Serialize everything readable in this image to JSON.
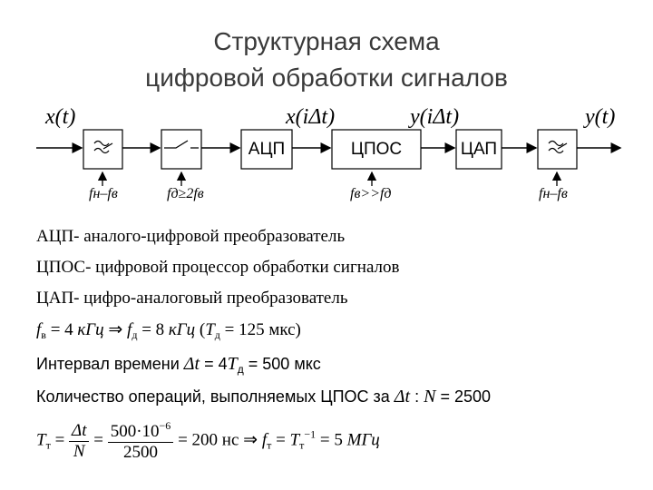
{
  "title": {
    "line1": "Структурная схема",
    "line2": "цифровой обработки сигналов"
  },
  "diagram": {
    "signals": {
      "input": "x(t)",
      "sampled": "x(iΔt)",
      "processed": "y(iΔt)",
      "output": "y(t)"
    },
    "blocks": {
      "adc": "АЦП",
      "dsp": "ЦПОС",
      "dac": "ЦАП"
    },
    "controls": {
      "filter_in": "fн–fв",
      "sampler": "fд≥2fв",
      "dsp_clock": "fв>>fд",
      "filter_out": "fн–fв"
    }
  },
  "definitions": [
    "АЦП- аналого-цифровой преобразователь",
    "ЦПОС- цифровой процессор обработки сигналов",
    "ЦАП- цифро-аналоговый преобразователь"
  ],
  "formulas": {
    "f1": {
      "fv": "f",
      "fv_sub": "в",
      "eq1": " = 4 ",
      "unit1": "кГц",
      "arrow": " ⇒ ",
      "fd": "f",
      "fd_sub": "д",
      "eq2": " = 8 ",
      "unit2": "кГц",
      "paren_open": " (",
      "Td": "T",
      "Td_sub": "д",
      "eq3": " = 125 мкс)"
    },
    "f2": {
      "text": "Интервал времени ",
      "dt": "Δt",
      "eq": " = 4",
      "T": "T",
      "T_sub": "д",
      "rest": " = 500 мкс"
    },
    "f3": {
      "text": "Количество операций, выполняемых ЦПОС за ",
      "dt": "Δt",
      "colon": " : ",
      "N": "N",
      "rest": " = 2500"
    },
    "f4": {
      "T": "T",
      "T_sub": "т",
      "eq": " = ",
      "num1": "Δt",
      "den1": "N",
      "eq2": " = ",
      "num2": "500·10",
      "num2_exp": "−6",
      "den2": "2500",
      "res": " = 200 нс ⇒ ",
      "ft": "f",
      "ft_sub": "т",
      "eq3": " = ",
      "T2": "T",
      "T2_sub": "т",
      "T2_exp": "−1",
      "res2": " = 5 ",
      "unit": "МГц"
    }
  }
}
